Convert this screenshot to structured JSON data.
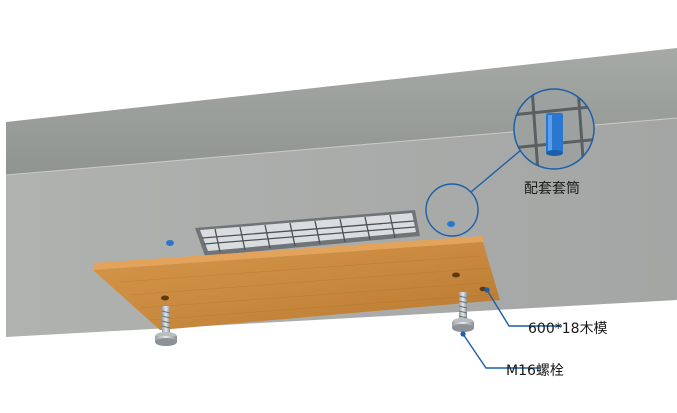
{
  "callouts": {
    "sleeve": "配套套筒",
    "formwork": "600*18木模",
    "bolt": "M16螺栓"
  },
  "colors": {
    "callout_line": "#1e5fa8",
    "sleeve_blue": "#2a77d0",
    "board_wood": "#c98a3f"
  }
}
